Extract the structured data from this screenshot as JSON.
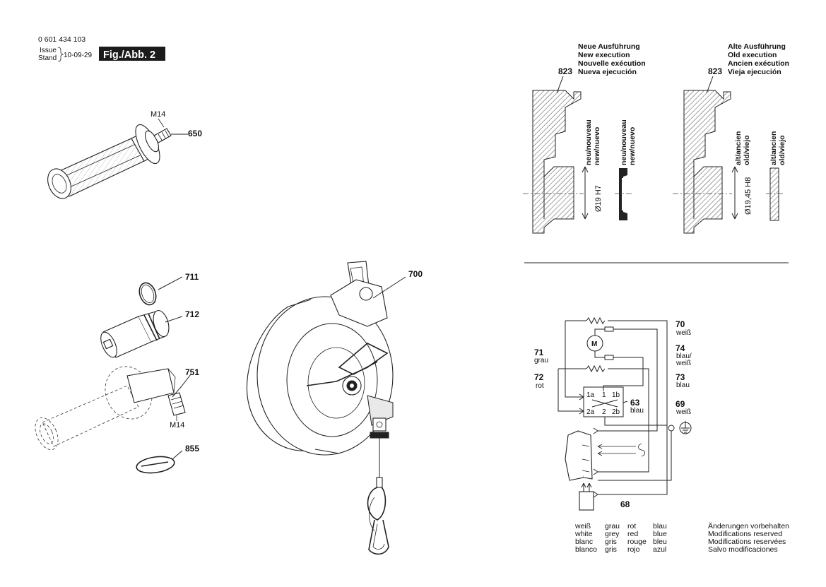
{
  "header": {
    "part_number": "0 601 434 103",
    "issue_label": "Issue",
    "stand_label": "Stand",
    "date": "10-09-29",
    "figure": "Fig./Abb. 2"
  },
  "parts": {
    "p650": "650",
    "m14_top": "M14",
    "p711": "711",
    "p712": "712",
    "p751": "751",
    "m14_bottom": "M14",
    "p855": "855",
    "p700": "700"
  },
  "execution": {
    "new_heading": [
      "Neue Ausführung",
      "New execution",
      "Nouvelle exécution",
      "Nueva ejecución"
    ],
    "old_heading": [
      "Alte Ausführung",
      "Old execution",
      "Ancien exécution",
      "Vieja ejecución"
    ],
    "part_823_new": "823",
    "part_823_old": "823",
    "new_label_1": "neu/nouveau",
    "new_label_2": "new/nuevo",
    "new_dim": "Ø19 H7",
    "old_label_1": "alt/ancien",
    "old_label_2": "old/viejo",
    "old_dim": "Ø19,45 H8"
  },
  "wiring": {
    "w70": "70",
    "w70_color": "weiß",
    "w74": "74",
    "w74_color_1": "blau/",
    "w74_color_2": "weiß",
    "w71": "71",
    "w71_color": "grau",
    "w72": "72",
    "w72_color": "rot",
    "w73": "73",
    "w73_color": "blau",
    "w63": "63",
    "w63_color": "blau",
    "w69": "69",
    "w69_color": "weiß",
    "w68": "68",
    "motor": "M",
    "t1a": "1a",
    "t1": "1",
    "t1b": "1b",
    "t2a": "2a",
    "t2": "2",
    "t2b": "2b"
  },
  "legend": {
    "col1": [
      "weiß",
      "white",
      "blanc",
      "blanco"
    ],
    "col2": [
      "grau",
      "grey",
      "gris",
      "gris"
    ],
    "col3": [
      "rot",
      "red",
      "rouge",
      "rojo"
    ],
    "col4": [
      "blau",
      "blue",
      "bleu",
      "azul"
    ]
  },
  "notice": [
    "Änderungen vorbehalten",
    "Modifications reserved",
    "Modifications reservées",
    "Salvo modificaciones"
  ]
}
